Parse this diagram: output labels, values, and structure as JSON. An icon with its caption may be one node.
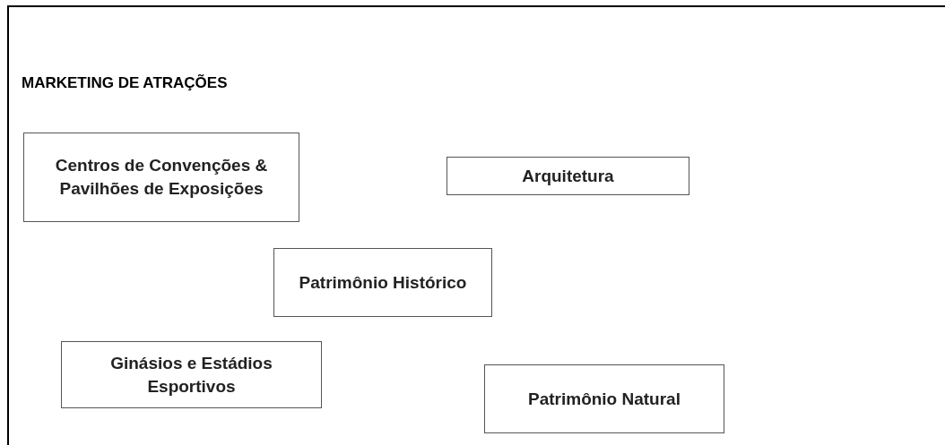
{
  "diagram": {
    "title": "MARKETING DE ATRAÇÕES",
    "nodes": [
      {
        "text": [
          "Centros de Convenções & Pavilhões de Exposições"
        ]
      },
      {
        "text": [
          "Arquitetura"
        ]
      },
      {
        "text": [
          "Patrimônio Histórico"
        ]
      },
      {
        "text": [
          "Ginásios e Estádios Esportivos"
        ]
      },
      {
        "text": [
          "Patrimônio Natural"
        ]
      }
    ]
  }
}
